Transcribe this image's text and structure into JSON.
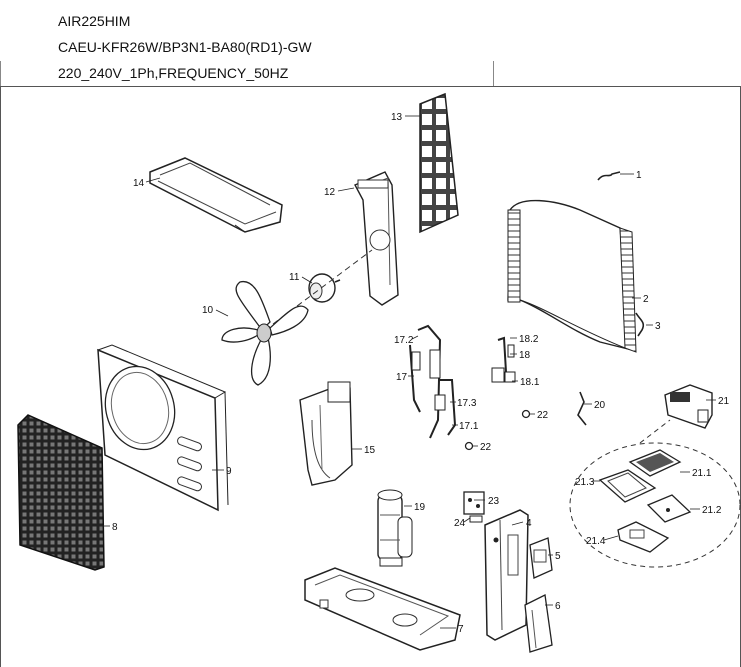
{
  "header": {
    "model": "AIR225HIM",
    "code": "CAEU-KFR26W/BP3N1-BA80(RD1)-GW",
    "power": "220_240V_1Ph,FREQUENCY_50HZ"
  },
  "labels": {
    "p1": "1",
    "p2": "2",
    "p3": "3",
    "p4": "4",
    "p5": "5",
    "p6": "6",
    "p7": "7",
    "p8": "8",
    "p9": "9",
    "p10": "10",
    "p11": "11",
    "p12": "12",
    "p13": "13",
    "p14": "14",
    "p15": "15",
    "p17": "17",
    "p17_1": "17.1",
    "p17_2": "17.2",
    "p17_3": "17.3",
    "p18": "18",
    "p18_1": "18.1",
    "p18_2": "18.2",
    "p19": "19",
    "p20": "20",
    "p21": "21",
    "p21_1": "21.1",
    "p21_2": "21.2",
    "p21_3": "21.3",
    "p21_4": "21.4",
    "p22a": "22",
    "p22b": "22",
    "p23": "23",
    "p24": "24"
  }
}
